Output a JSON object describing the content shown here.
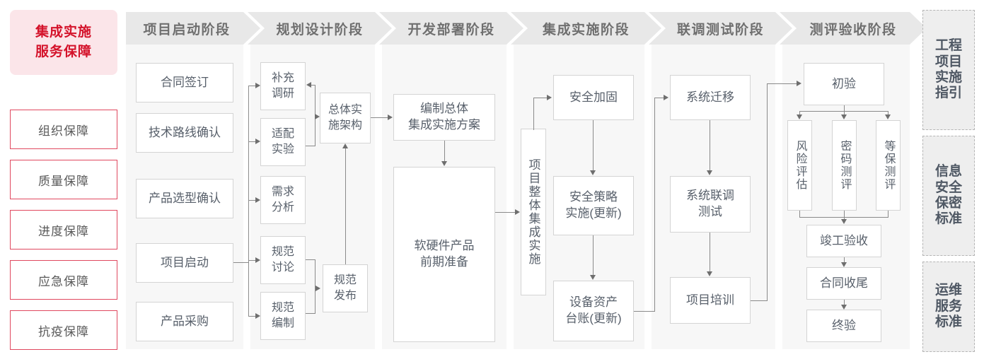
{
  "sidebar": {
    "title": "集成实施\n服务保障",
    "title_lines": [
      "集成实施",
      "服务保障"
    ],
    "items": [
      {
        "label": "组织保障"
      },
      {
        "label": "质量保障"
      },
      {
        "label": "进度保障"
      },
      {
        "label": "应急保障"
      },
      {
        "label": "抗疫保障"
      }
    ]
  },
  "phases": [
    {
      "id": "p1",
      "title": "项目启动阶段"
    },
    {
      "id": "p2",
      "title": "规划设计阶段"
    },
    {
      "id": "p3",
      "title": "开发部署阶段"
    },
    {
      "id": "p4",
      "title": "集成实施阶段"
    },
    {
      "id": "p5",
      "title": "联调测试阶段"
    },
    {
      "id": "p6",
      "title": "测评验收阶段"
    }
  ],
  "nodes": {
    "p1": [
      {
        "label": "合同签订"
      },
      {
        "label": "技术路线确认"
      },
      {
        "label": "产品选型确认"
      },
      {
        "label": "项目启动"
      },
      {
        "label": "产品采购"
      }
    ],
    "p2": [
      {
        "label": "补充\n调研"
      },
      {
        "label": "适配\n实验"
      },
      {
        "label": "需求\n分析"
      },
      {
        "label": "规范\n讨论"
      },
      {
        "label": "规范\n编制"
      },
      {
        "label": "总体实\n施架构"
      },
      {
        "label": "规范\n发布"
      }
    ],
    "p3": [
      {
        "label": "编制总体\n集成实施方案"
      },
      {
        "label": "软硬件产品\n前期准备"
      }
    ],
    "p4": [
      {
        "label": "项目整体集成实施"
      },
      {
        "label": "安全加固"
      },
      {
        "label": "安全策略\n实施(更新)"
      },
      {
        "label": "设备资产\n台账(更新)"
      }
    ],
    "p5": [
      {
        "label": "系统迁移"
      },
      {
        "label": "系统联调\n测试"
      },
      {
        "label": "项目培训"
      }
    ],
    "p6": [
      {
        "label": "初验"
      },
      {
        "label": "风险评估"
      },
      {
        "label": "密码测评"
      },
      {
        "label": "等保测评"
      },
      {
        "label": "竣工验收"
      },
      {
        "label": "合同收尾"
      },
      {
        "label": "终验"
      }
    ]
  },
  "rail": [
    {
      "label": "工程项目实施指引"
    },
    {
      "label": "信息安全保密标准"
    },
    {
      "label": "运维服务标准"
    }
  ],
  "colors": {
    "brand_red": "#d4122a",
    "brand_red_border": "#e0485f",
    "brand_tint": "#fbe5e9",
    "phase_header": "#e8e8e8",
    "phase_body": "#f7f7f7",
    "node_border": "#d4d4d4",
    "node_text": "#58606b",
    "connector": "#8a8a8a",
    "rail_bg": "#eeeeee",
    "rail_border": "#b5b5b5"
  }
}
